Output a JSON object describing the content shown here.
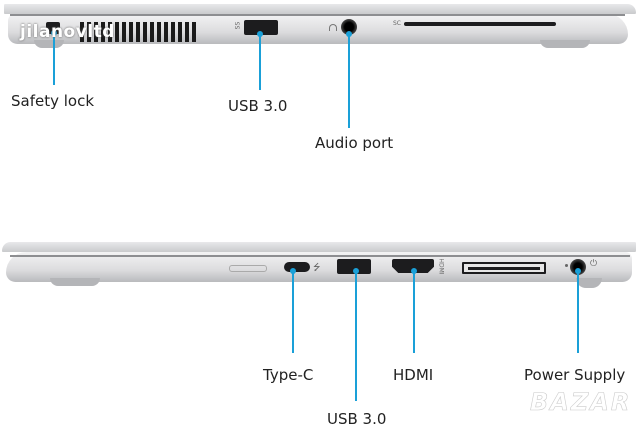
{
  "top_view": {
    "description": "left side of laptop",
    "labels": {
      "safety_lock": "Safety lock",
      "usb3": "USB 3.0",
      "audio": "Audio port"
    },
    "port_marks": {
      "usb_mark": "SS",
      "sc_mark": "SC"
    }
  },
  "bottom_view": {
    "description": "right side of laptop",
    "labels": {
      "type_c": "Type-C",
      "usb3": "USB 3.0",
      "hdmi": "HDMI",
      "power": "Power Supply"
    },
    "port_marks": {
      "hdmi_mark": "HDMI"
    }
  },
  "watermarks": {
    "top_left": "jilanovltd",
    "bottom_right": "BAZAR"
  },
  "colors": {
    "callout_line": "#1aa0d8",
    "label_text": "#222222"
  }
}
